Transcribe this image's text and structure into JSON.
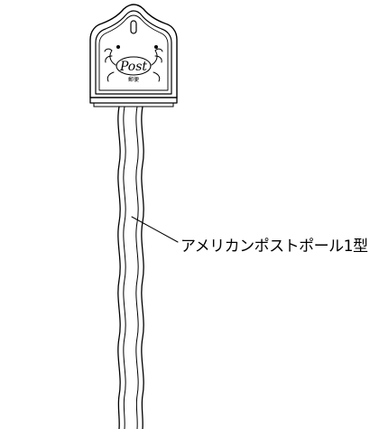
{
  "callout": {
    "label": "アメリカンポストポール1型"
  },
  "mailbox": {
    "logo_text": "Post",
    "logo_subtext": "郵便"
  },
  "colors": {
    "line": "#000000",
    "background": "#ffffff"
  }
}
